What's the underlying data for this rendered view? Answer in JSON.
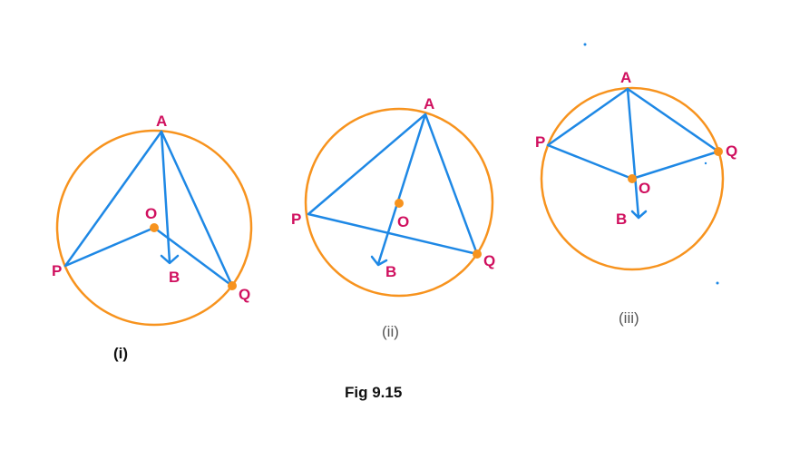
{
  "figures": [
    {
      "caption": "(i)",
      "labels": {
        "A": "A",
        "O": "O",
        "P": "P",
        "Q": "Q",
        "B": "B"
      }
    },
    {
      "caption": "(ii)",
      "labels": {
        "A": "A",
        "O": "O",
        "P": "P",
        "Q": "Q",
        "B": "B"
      }
    },
    {
      "caption": "(iii)",
      "labels": {
        "A": "A",
        "O": "O",
        "P": "P",
        "Q": "Q",
        "B": "B"
      }
    }
  ],
  "title": "Fig 9.15",
  "colors": {
    "circle": "#f7931e",
    "lines": "#1e88e5",
    "labels": "#d0105f"
  }
}
